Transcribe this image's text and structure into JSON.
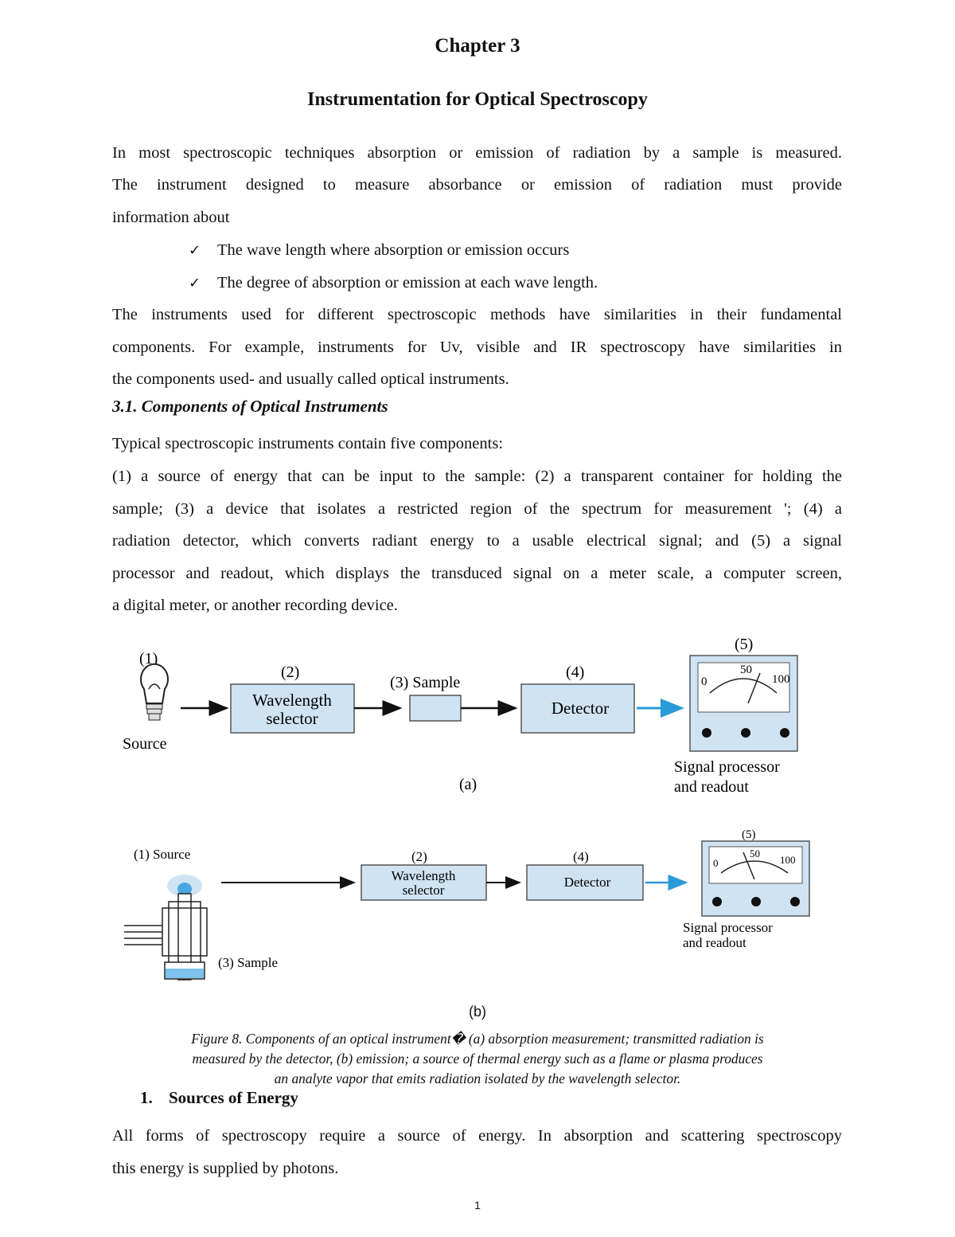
{
  "chapter_heading": "Chapter 3",
  "chapter_title": "Instrumentation for Optical Spectroscopy",
  "intro_lines": [
    "In most spectroscopic techniques absorption or emission of radiation by a sample is measured.",
    "The instrument designed to measure absorbance or emission of radiation must provide",
    "information about"
  ],
  "bullets": [
    "The wave length where absorption or emission occurs",
    "The degree of absorption or emission at each wave length."
  ],
  "paragraph2_lines": [
    "The instruments used for different spectroscopic methods have similarities in their fundamental",
    "components. For example, instruments for Uv, visible and IR spectroscopy have similarities in",
    "the components used- and usually called optical instruments."
  ],
  "section_heading": "3.1. Components of Optical Instruments",
  "section_intro": "Typical spectroscopic instruments contain five components:",
  "components_lines": [
    "(1) a source of energy that can be input to the sample: (2) a transparent container for holding the",
    "sample; (3) a device that isolates a restricted region of the spectrum for measurement '; (4) a",
    "radiation detector, which converts radiant energy to a usable electrical signal; and (5) a signal",
    "processor and readout, which displays the transduced signal on a meter scale, a computer screen,",
    "a digital meter, or another recording device."
  ],
  "figure_a": {
    "label_1": "(1)",
    "source_label": "Source",
    "label_2": "(2)",
    "selector_line1": "Wavelength",
    "selector_line2": "selector",
    "sample_label": "(3) Sample",
    "label_4": "(4)",
    "detector_label": "Detector",
    "label_5": "(5)",
    "meter_0": "0",
    "meter_50": "50",
    "meter_100": "100",
    "processor_line1": "Signal processor",
    "processor_line2": "and readout",
    "panel_label": "(a)"
  },
  "figure_b": {
    "source_label": "(1) Source",
    "sample_label": "(3) Sample",
    "label_2": "(2)",
    "selector_line1": "Wavelength",
    "selector_line2": "selector",
    "label_4": "(4)",
    "detector_label": "Detector",
    "label_5": "(5)",
    "meter_0": "0",
    "meter_50": "50",
    "meter_100": "100",
    "processor_line1": "Signal processor",
    "processor_line2": "and readout",
    "panel_label": "(b)"
  },
  "caption_lines": [
    "Figure 8. Components of an optical instrument� (a) absorption measurement; transmitted radiation is",
    "measured by the detector, (b) emission; a source of thermal energy such as a flame or plasma produces",
    "an analyte vapor that emits radiation isolated by the wavelength selector."
  ],
  "numbered_heading": {
    "number": "1.",
    "text": "Sources of Energy"
  },
  "closing_lines": [
    "All forms of spectroscopy require a source of energy. In absorption and scattering spectroscopy",
    "this energy is supplied by photons."
  ],
  "page_number": "1",
  "colors": {
    "box_fill": "#cfe3f3",
    "arrow_blue": "#2a9ad8",
    "text": "#111111"
  }
}
